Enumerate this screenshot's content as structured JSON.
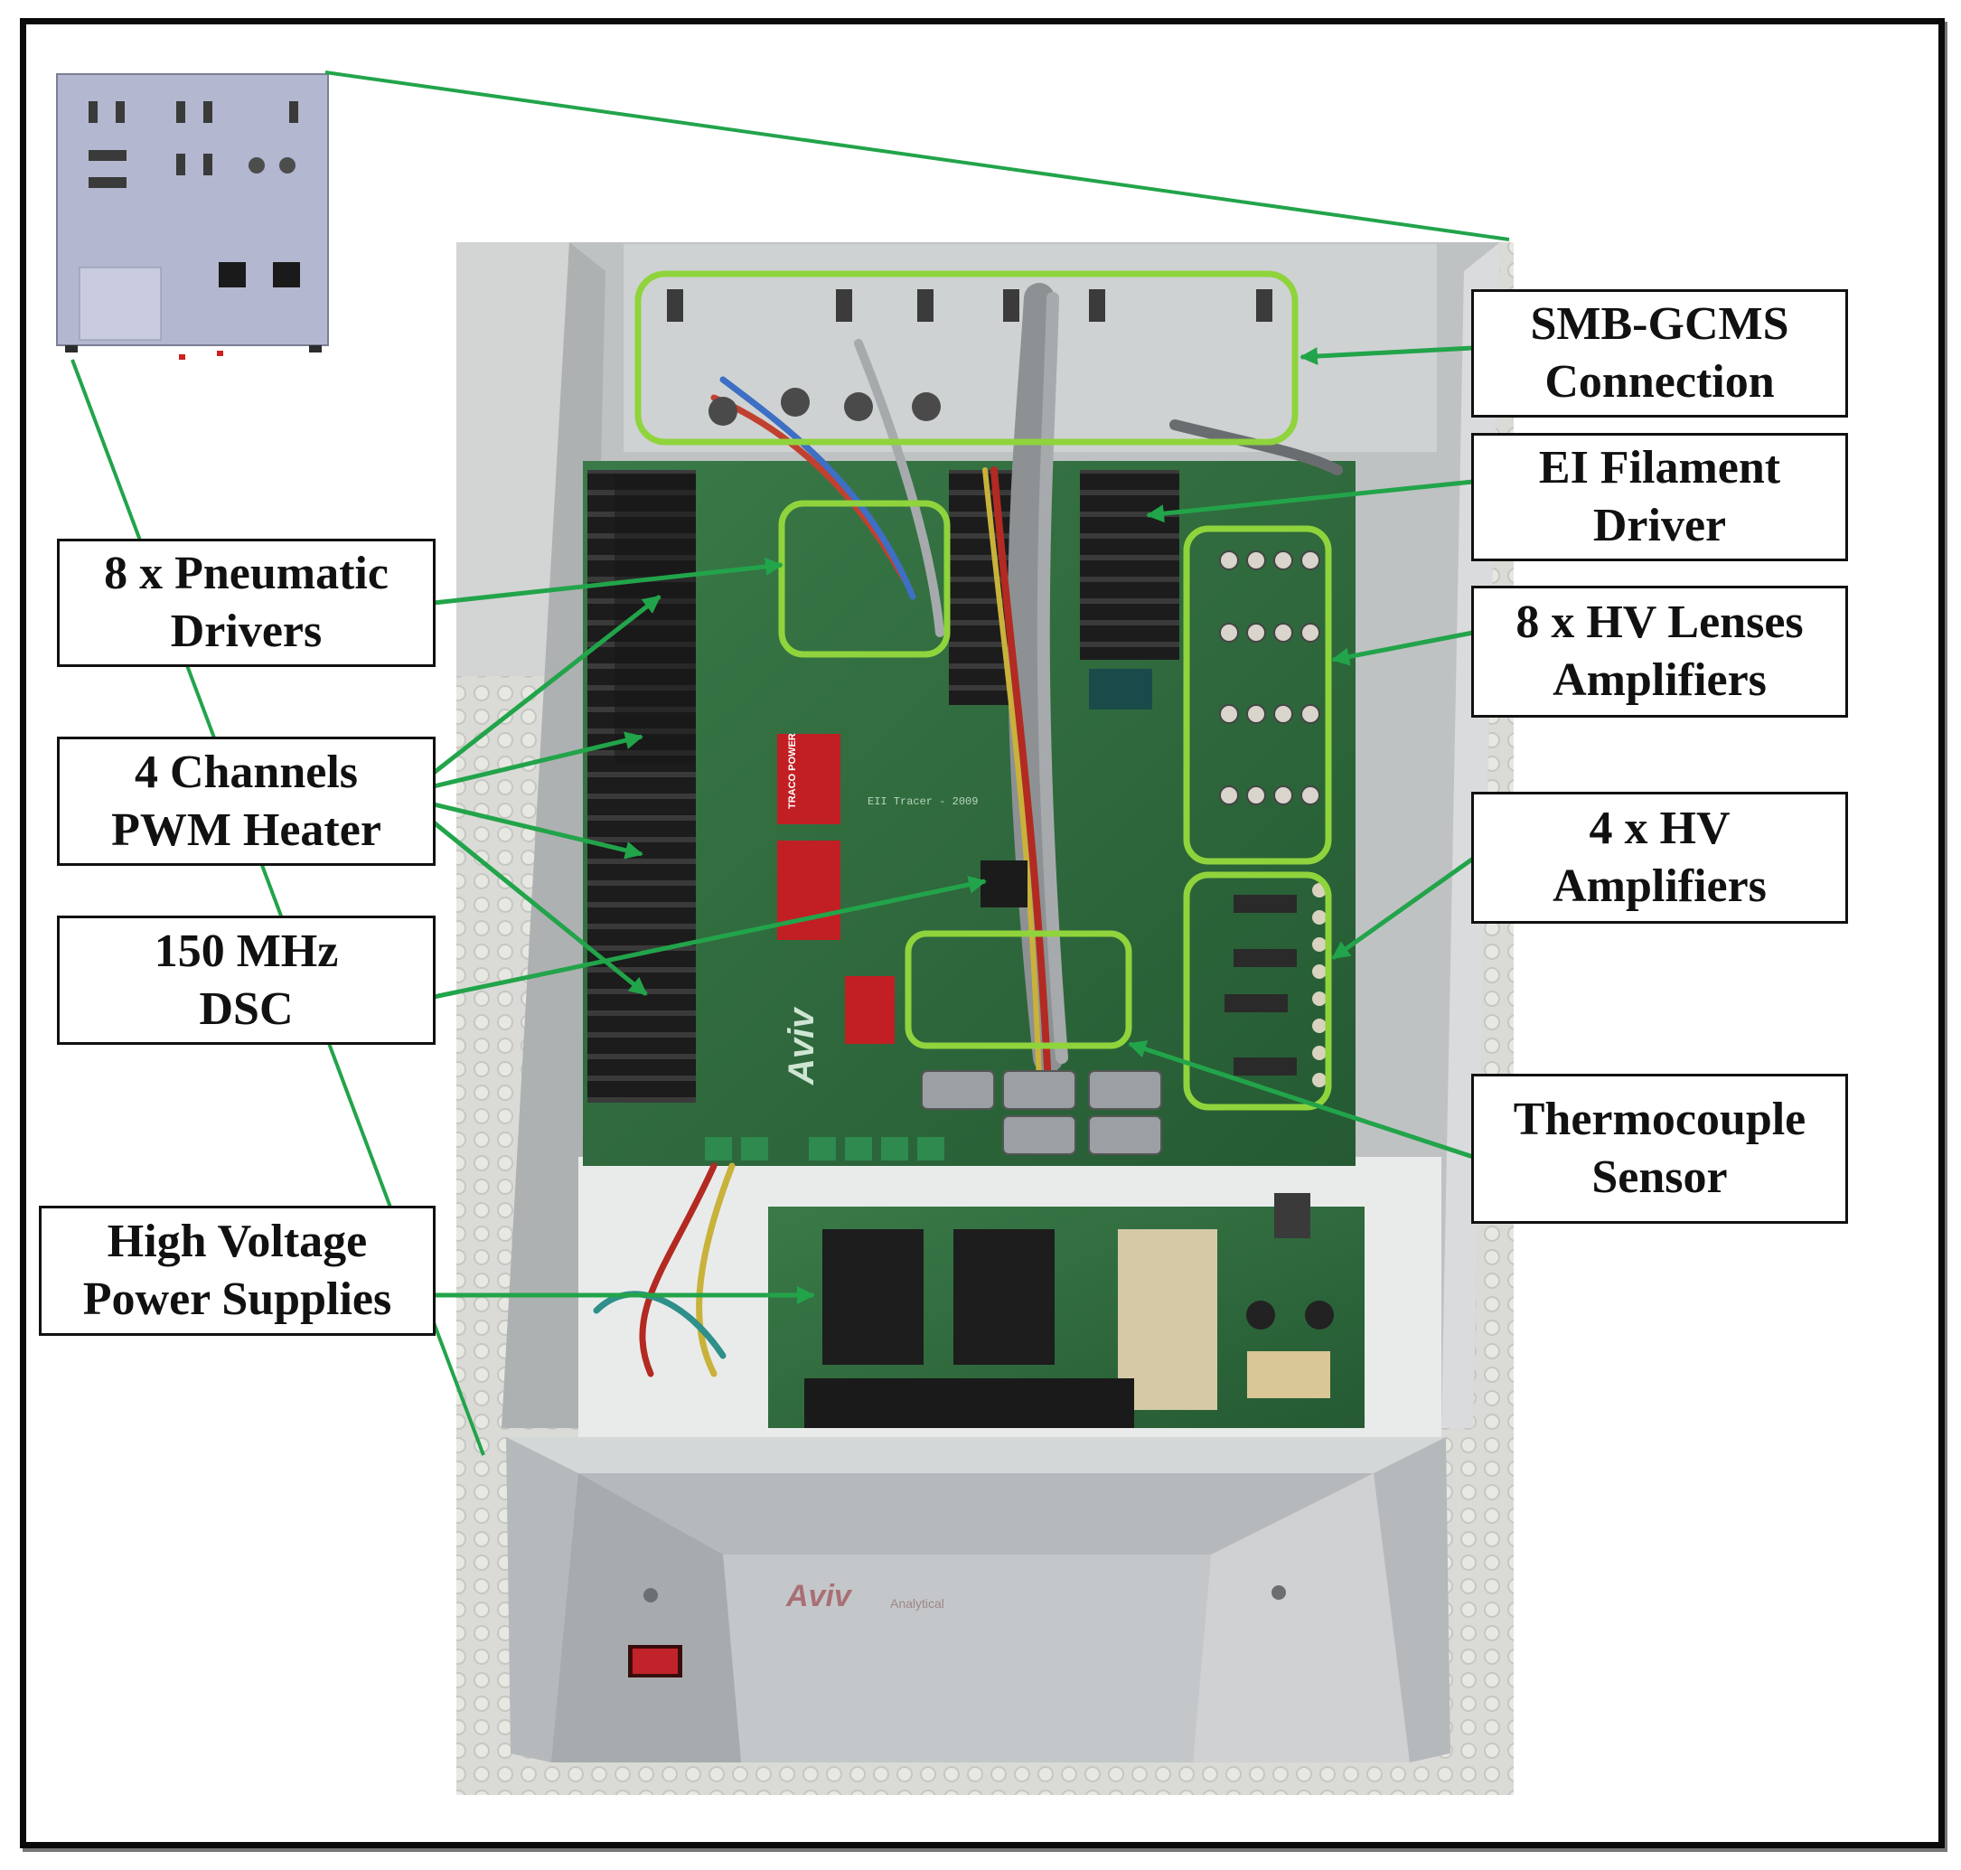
{
  "labels": {
    "smb_gcms": "SMB-GCMS\nConnection",
    "ei_filament": "EI Filament\nDriver",
    "hv_lenses": "8 x HV Lenses\nAmplifiers",
    "hv_amps": "4 x HV\nAmplifiers",
    "thermocouple": "Thermocouple\nSensor",
    "pneumatic": "8 x Pneumatic\nDrivers",
    "pwm_heater": "4 Channels\nPWM Heater",
    "dsc": "150 MHz\nDSC",
    "hv_supplies": "High Voltage\nPower Supplies"
  },
  "photo": {
    "board_silkscreen": "EII Tracer - 2009",
    "brand_logo": "Aviv",
    "brand_sub": "Analytical",
    "module_brand": "TRACO POWER"
  },
  "colors": {
    "highlight": "#8fd43c",
    "arrow": "#22a44a",
    "pcb": "#2f6a3e",
    "chassis": "#c9ccce",
    "border": "#0a0a0a"
  }
}
